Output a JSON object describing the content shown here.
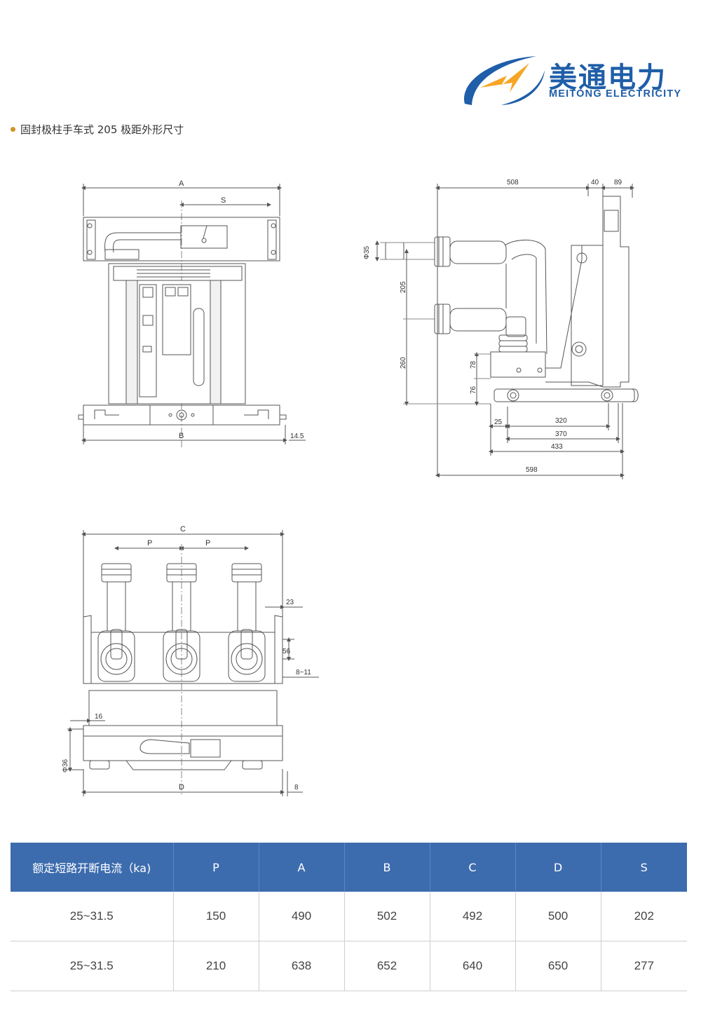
{
  "brand": {
    "name_cn": "美通电力",
    "name_en": "MEITONG ELECTRICITY",
    "colors": {
      "primary": "#1f5ea8",
      "accent": "#f5a623"
    }
  },
  "section": {
    "title": "固封极柱手车式 205 极距外形尺寸",
    "bullet_color": "#d4912a"
  },
  "front_view": {
    "labels": {
      "a": "A",
      "s": "S",
      "b": "B",
      "offset": "14.5"
    }
  },
  "side_view": {
    "labels": {
      "top_total": "508",
      "top_mid": "40",
      "top_right": "89",
      "dia": "Φ35",
      "v_205": "205",
      "v_260": "260",
      "v_78": "78",
      "v_76": "76",
      "h_25": "25",
      "h_320": "320",
      "h_370": "370",
      "h_433": "433",
      "h_598": "598"
    }
  },
  "top_view": {
    "labels": {
      "c": "C",
      "p1": "P",
      "p2": "P",
      "d": "D",
      "d23": "23",
      "d56": "56",
      "range": "8~11",
      "d16": "16",
      "dia36": "Φ36",
      "d8": "8"
    }
  },
  "table": {
    "headers": [
      "额定短路开断电流（ka)",
      "P",
      "A",
      "B",
      "C",
      "D",
      "S"
    ],
    "rows": [
      [
        "25~31.5",
        "150",
        "490",
        "502",
        "492",
        "500",
        "202"
      ],
      [
        "25~31.5",
        "210",
        "638",
        "652",
        "640",
        "650",
        "277"
      ]
    ],
    "header_color": "#3d6cae"
  }
}
